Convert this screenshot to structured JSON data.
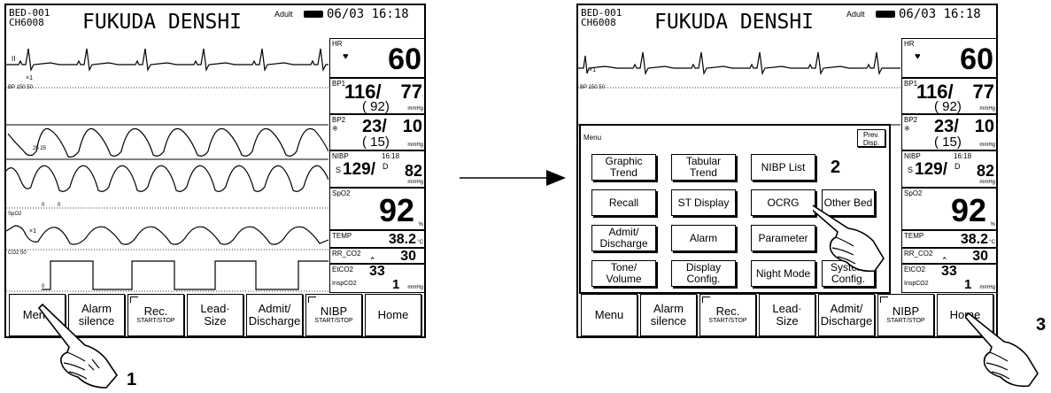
{
  "header": {
    "bed_id": "BED-001",
    "channel": "CH6008",
    "manufacturer": "FUKUDA DENSHI",
    "patient_type": "Adult",
    "datetime": "06/03 16:18"
  },
  "waveform_labels": {
    "ecg_lead": "II",
    "ecg_gain": "×1",
    "bp_scale": "BP 150  50",
    "bp2_marks": "25  25",
    "spo2_label": "SpO2",
    "spo2_gain": "×1",
    "co2_scale": "CO2  50",
    "co2_zero": "0"
  },
  "params": {
    "hr": {
      "label": "HR",
      "value": "60"
    },
    "bp1": {
      "label": "BP1",
      "sys": "116/",
      "dia": "77",
      "mean": "( 92)",
      "unit": "mmHg"
    },
    "bp2": {
      "label": "BP2",
      "sys": "23/",
      "dia": "10",
      "mean": "( 15)",
      "unit": "mmHg"
    },
    "nibp": {
      "label": "NIBP",
      "time": "16:18",
      "prefix": "S",
      "sys": "129/",
      "suffix": "D",
      "dia": "82",
      "unit": "mmHg"
    },
    "spo2": {
      "label": "SpO2",
      "value": "92",
      "unit": "%"
    },
    "temp": {
      "label": "TEMP",
      "value": "38.2",
      "unit": "°C"
    },
    "rr": {
      "label": "RR_CO2",
      "value": "30"
    },
    "etco2": {
      "label": "EtCO2",
      "label2": "InspCO2",
      "value": "33",
      "insp": "1",
      "unit": "mmHg"
    }
  },
  "function_keys": [
    {
      "label": "Menu",
      "sub": ""
    },
    {
      "label": "Alarm",
      "label2": "silence",
      "sub": ""
    },
    {
      "label": "Rec.",
      "sub": "START/STOP"
    },
    {
      "label": "Lead·",
      "label2": "Size",
      "sub": ""
    },
    {
      "label": "Admit/",
      "label2": "Discharge",
      "sub": ""
    },
    {
      "label": "NIBP",
      "sub": "START/STOP"
    },
    {
      "label": "Home",
      "sub": ""
    }
  ],
  "menu": {
    "title": "Menu",
    "prev_disp": "Prev. Disp.",
    "items": [
      [
        "Graphic Trend",
        "Tabular Trend",
        "NIBP List"
      ],
      [
        "Recall",
        "ST Display",
        "OCRG",
        "Other Bed"
      ],
      [
        "Admit/ Discharge",
        "Alarm",
        "Parameter"
      ],
      [
        "Tone/ Volume",
        "Display Config.",
        "Night Mode",
        "System Config."
      ]
    ]
  },
  "steps": [
    "1",
    "2",
    "3"
  ],
  "colors": {
    "ink": "#000000",
    "background": "#ffffff"
  }
}
